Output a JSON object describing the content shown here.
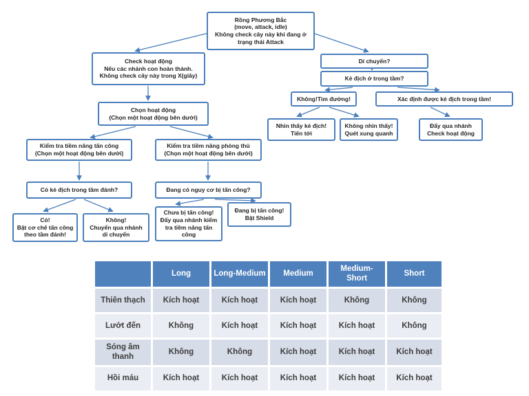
{
  "flowchart": {
    "nodes": [
      {
        "id": "root",
        "text": "Rồng Phương Bắc\n(move, attack, idle)\nKhông check cây này khi đang ở\ntrạng thái Attack"
      },
      {
        "id": "check-activity",
        "text": "Check hoạt động\nNếu các nhánh con hoàn thành.\nKhông check cây này trong X(giây)"
      },
      {
        "id": "move",
        "text": "Di chuyển?"
      },
      {
        "id": "enemy-in-range",
        "text": "Kẻ địch ở trong tầm?"
      },
      {
        "id": "no-find-path",
        "text": "Không!Tìm đường!"
      },
      {
        "id": "enemy-found",
        "text": "Xác định được kẻ địch trong tầm!"
      },
      {
        "id": "see-enemy",
        "text": "Nhìn thấy kẻ địch!\nTiến tới"
      },
      {
        "id": "not-see-enemy",
        "text": "Không nhìn thấy!\nQuét xung quanh"
      },
      {
        "id": "push-check-activity",
        "text": "Đẩy qua nhánh\nCheck hoạt động"
      },
      {
        "id": "choose-activity",
        "text": "Chọn hoạt động\n(Chọn một hoạt động bên dưới)"
      },
      {
        "id": "attack-potential",
        "text": "Kiểm tra tiềm năng tấn công\n(Chọn một hoạt động bên dưới)"
      },
      {
        "id": "defense-potential",
        "text": "Kiểm tra tiềm năng phòng thủ\n(Chọn một hoạt động bên dưới)"
      },
      {
        "id": "enemy-in-attack-range",
        "text": "Có kẻ địch trong tầm đánh?"
      },
      {
        "id": "under-attack-risk",
        "text": "Đang có nguy cơ bị tấn công?"
      },
      {
        "id": "yes-attack",
        "text": "Có!\nBật cơ chế tấn công\ntheo tầm đánh!"
      },
      {
        "id": "no-move-branch",
        "text": "Không!\nChuyển qua nhánh\ndi chuyển"
      },
      {
        "id": "not-attacked",
        "text": "Chưa bị tấn công!\nĐẩy qua nhánh kiểm\ntra tiềm năng tấn\ncông"
      },
      {
        "id": "being-attacked",
        "text": "Đang bị tấn công!\nBật Shield"
      }
    ]
  },
  "table": {
    "active_value": "Kích hoạt",
    "inactive_value": "Không",
    "headers": [
      "",
      "Long",
      "Long-Medium",
      "Medium",
      "Medium-Short",
      "Short"
    ],
    "rows": [
      {
        "label": "Thiên thạch",
        "cells": [
          "Kích hoạt",
          "Kích hoạt",
          "Kích hoạt",
          "Không",
          "Không"
        ]
      },
      {
        "label": "Lướt đến",
        "cells": [
          "Không",
          "Kích hoạt",
          "Kích hoạt",
          "Kích hoạt",
          "Không"
        ]
      },
      {
        "label": "Sóng âm thanh",
        "cells": [
          "Không",
          "Không",
          "Kích hoạt",
          "Kích hoạt",
          "Kích hoạt"
        ]
      },
      {
        "label": "Hồi máu",
        "cells": [
          "Kích hoạt",
          "Kích hoạt",
          "Kích hoạt",
          "Kích hoạt",
          "Kích hoạt"
        ]
      }
    ]
  },
  "colors": {
    "node_border": "#4A7EBB",
    "connector": "#4A7EBB",
    "table_header_blue": "#4F81BD",
    "cell_active_orange": "#FBC092",
    "row_band_dark": "#D6DCE8",
    "row_band_light": "#EAEDF4"
  }
}
